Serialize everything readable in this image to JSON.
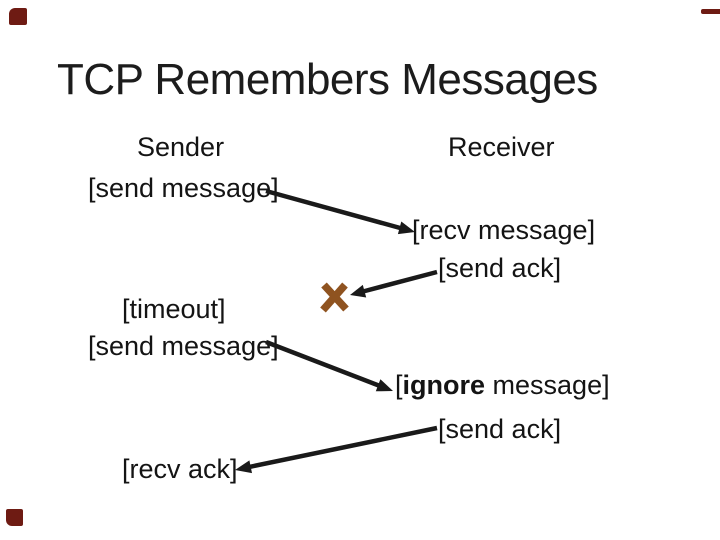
{
  "slide": {
    "title": "TCP Remembers Messages",
    "columns": {
      "sender": "Sender",
      "receiver": "Receiver"
    },
    "labels": {
      "send_message_1": "[send message]",
      "recv_message": "[recv message]",
      "send_ack_1": "[send ack]",
      "timeout": "[timeout]",
      "send_message_2": "[send message]",
      "ignore_open": "[",
      "ignore_bold": "ignore",
      "ignore_rest": " message]",
      "send_ack_2": "[send ack]",
      "recv_ack": "[recv ack]"
    },
    "icons": {
      "lost_packet_x": "x-mark"
    },
    "colors": {
      "text": "#141414",
      "arrow": "#1a1a1a",
      "x_mark": "#8f5320",
      "border_fragment": "#6e1b13",
      "background": "#ffffff"
    }
  }
}
